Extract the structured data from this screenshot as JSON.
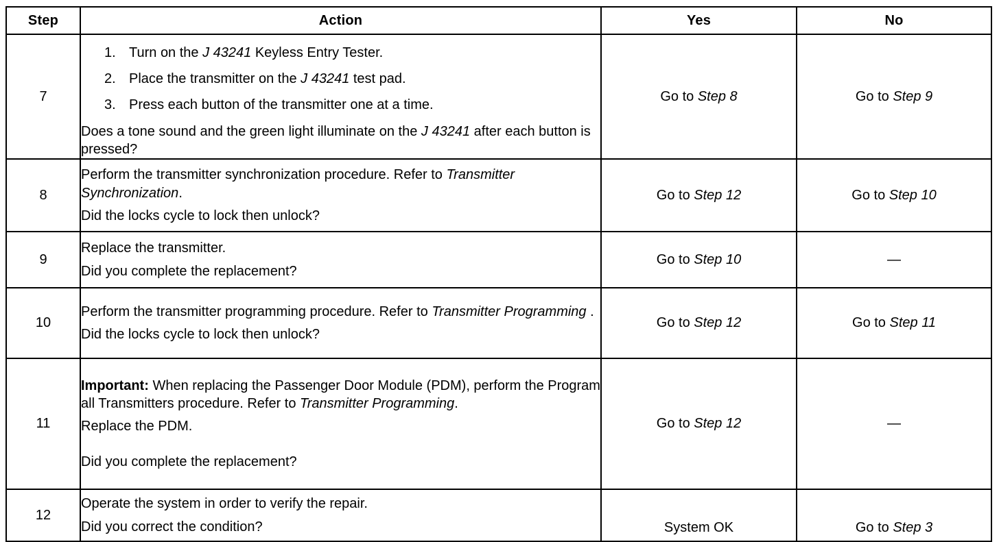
{
  "table": {
    "headers": [
      "Step",
      "Action",
      "Yes",
      "No"
    ],
    "rows": [
      {
        "step": "7",
        "list": [
          {
            "num": "1.",
            "pre": "Turn on the ",
            "em": "J 43241",
            "post": " Keyless Entry Tester."
          },
          {
            "num": "2.",
            "pre": "Place the transmitter on the ",
            "em": "J 43241",
            "post": " test pad."
          },
          {
            "num": "3.",
            "pre": "Press each button of the transmitter one at a time.",
            "em": "",
            "post": ""
          }
        ],
        "question_pre": "Does a tone sound and the green light illuminate on the ",
        "question_em": "J 43241",
        "question_post": " after each button is pressed?",
        "yes_pre": "Go to ",
        "yes_em": "Step 8",
        "no_pre": "Go to ",
        "no_em": "Step 9"
      },
      {
        "step": "8",
        "body_pre": "Perform the transmitter synchronization procedure. Refer to ",
        "body_em": "Transmitter Synchronization",
        "body_post": ".",
        "question": "Did the locks cycle to lock then unlock?",
        "yes_pre": "Go to ",
        "yes_em": "Step 12",
        "no_pre": "Go to ",
        "no_em": "Step 10"
      },
      {
        "step": "9",
        "body_pre": "Replace the transmitter.",
        "body_em": "",
        "body_post": "",
        "question": "Did you complete the replacement?",
        "yes_pre": "Go to ",
        "yes_em": "Step 10",
        "no_pre": "—",
        "no_em": ""
      },
      {
        "step": "10",
        "body_pre": "Perform the transmitter programming procedure. Refer to ",
        "body_em": "Transmitter Programming",
        "body_post": " .",
        "question": "Did the locks cycle to lock then unlock?",
        "yes_pre": "Go to ",
        "yes_em": "Step 12",
        "no_pre": "Go to ",
        "no_em": "Step 11"
      },
      {
        "step": "11",
        "important_label": "Important:",
        "body_pre": " When replacing the Passenger Door Module (PDM), perform the Program all Transmitters procedure. Refer to ",
        "body_em": "Transmitter Programming",
        "body_post": ".",
        "body2": "Replace the PDM.",
        "question": "Did you complete the replacement?",
        "yes_pre": "Go to ",
        "yes_em": "Step 12",
        "no_pre": "—",
        "no_em": ""
      },
      {
        "step": "12",
        "body_pre": "Operate the system in order to verify the repair.",
        "body_em": "",
        "body_post": "",
        "question": "Did you correct the condition?",
        "yes_pre": "System OK",
        "yes_em": "",
        "no_pre": "Go to ",
        "no_em": "Step 3"
      }
    ]
  },
  "colors": {
    "border": "#000000",
    "text": "#000000",
    "background": "#ffffff"
  }
}
